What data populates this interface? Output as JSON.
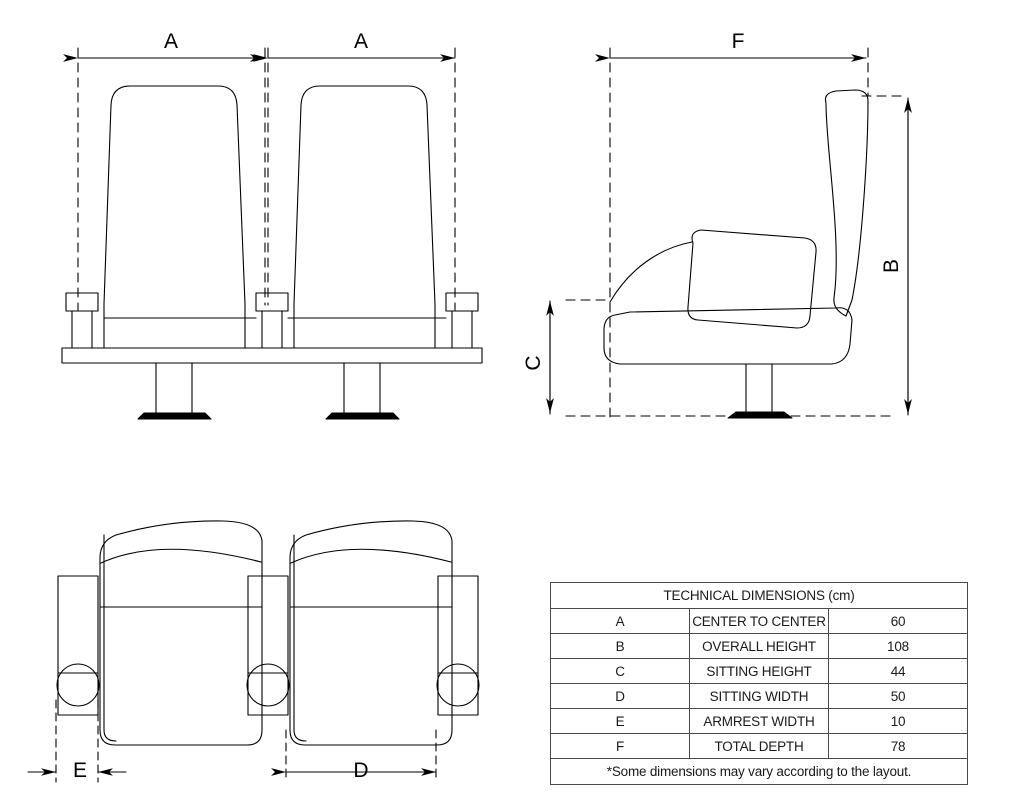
{
  "document": {
    "type": "technical-drawing",
    "subject": "auditorium-seat",
    "units": "cm",
    "line_color": "#000000",
    "table_border_color": "#4a4a4a"
  },
  "views": {
    "front": {
      "name": "front-view",
      "dimension_labels": [
        "A",
        "A"
      ]
    },
    "side": {
      "name": "side-view",
      "dimension_labels": [
        "F",
        "B",
        "C"
      ]
    },
    "top": {
      "name": "top-view",
      "dimension_labels": [
        "E",
        "D"
      ]
    }
  },
  "dimension_markers": {
    "front_left_a": "A",
    "front_right_a": "A",
    "side_f": "F",
    "side_b": "B",
    "side_c": "C",
    "top_e": "E",
    "top_d": "D"
  },
  "table": {
    "title": "TECHNICAL DIMENSIONS (cm)",
    "rows": [
      {
        "key": "A",
        "description": "CENTER TO CENTER",
        "value": "60"
      },
      {
        "key": "B",
        "description": "OVERALL HEIGHT",
        "value": "108"
      },
      {
        "key": "C",
        "description": "SITTING HEIGHT",
        "value": "44"
      },
      {
        "key": "D",
        "description": "SITTING WIDTH",
        "value": "50"
      },
      {
        "key": "E",
        "description": "ARMREST WIDTH",
        "value": "10"
      },
      {
        "key": "F",
        "description": "TOTAL DEPTH",
        "value": "78"
      }
    ],
    "note": "*Some dimensions may vary according to the layout."
  }
}
